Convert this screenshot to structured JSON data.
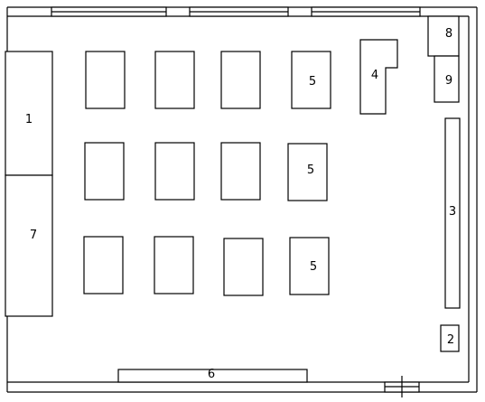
{
  "labels": {
    "l1": "1",
    "l2": "2",
    "l3": "3",
    "l4": "4",
    "l5a": "5",
    "l5b": "5",
    "l5c": "5",
    "l6": "6",
    "l7": "7",
    "l8": "8",
    "l9": "9"
  },
  "colors": {
    "stroke": "#000000",
    "background": "#ffffff"
  }
}
